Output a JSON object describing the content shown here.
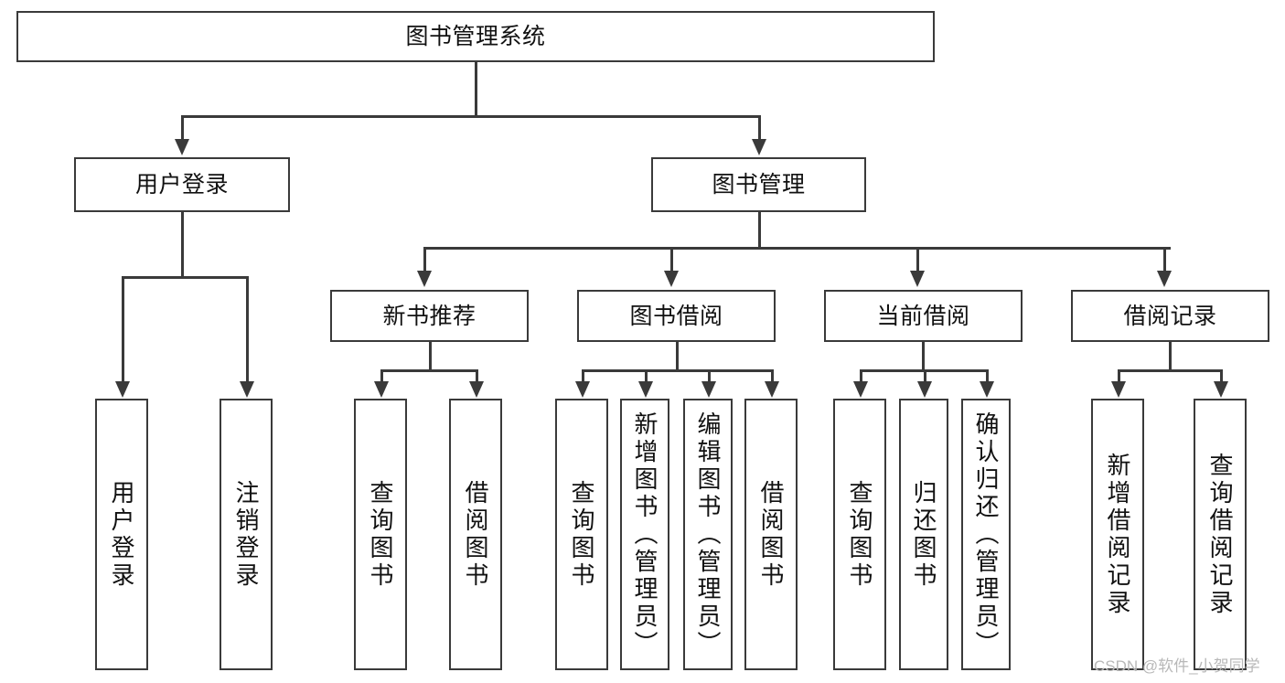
{
  "diagram": {
    "type": "tree-structure-chart",
    "title": "图书管理系统",
    "watermark": "CSDN @软件_小贺同学",
    "nodes": {
      "root": {
        "label": "图书管理系统"
      },
      "level2": [
        {
          "id": "user-login",
          "label": "用户登录"
        },
        {
          "id": "book-manage",
          "label": "图书管理"
        }
      ],
      "level3": [
        {
          "id": "new-book-recommend",
          "label": "新书推荐"
        },
        {
          "id": "book-borrow",
          "label": "图书借阅"
        },
        {
          "id": "current-borrow",
          "label": "当前借阅"
        },
        {
          "id": "borrow-record",
          "label": "借阅记录"
        }
      ],
      "leaves": {
        "user_login": [
          {
            "id": "leaf-user-login",
            "label": "用户登录"
          },
          {
            "id": "leaf-logout-login",
            "label": "注销登录"
          }
        ],
        "new_book_recommend": [
          {
            "id": "leaf-query-book-1",
            "label": "查询图书"
          },
          {
            "id": "leaf-borrow-book-1",
            "label": "借阅图书"
          }
        ],
        "book_borrow": [
          {
            "id": "leaf-query-book-2",
            "label": "查询图书"
          },
          {
            "id": "leaf-add-book",
            "label": "新增图书（管理员）"
          },
          {
            "id": "leaf-edit-book",
            "label": "编辑图书（管理员）"
          },
          {
            "id": "leaf-borrow-book-2",
            "label": "借阅图书"
          }
        ],
        "current_borrow": [
          {
            "id": "leaf-query-book-3",
            "label": "查询图书"
          },
          {
            "id": "leaf-return-book",
            "label": "归还图书"
          },
          {
            "id": "leaf-confirm-return",
            "label": "确认归还（管理员）"
          }
        ],
        "borrow_record": [
          {
            "id": "leaf-add-record",
            "label": "新增借阅记录"
          },
          {
            "id": "leaf-query-record",
            "label": "查询借阅记录"
          }
        ]
      }
    },
    "colors": {
      "stroke": "#3a3a3a",
      "fill": "#ffffff",
      "text": "#111111",
      "watermark": "#b8b8b8"
    }
  }
}
